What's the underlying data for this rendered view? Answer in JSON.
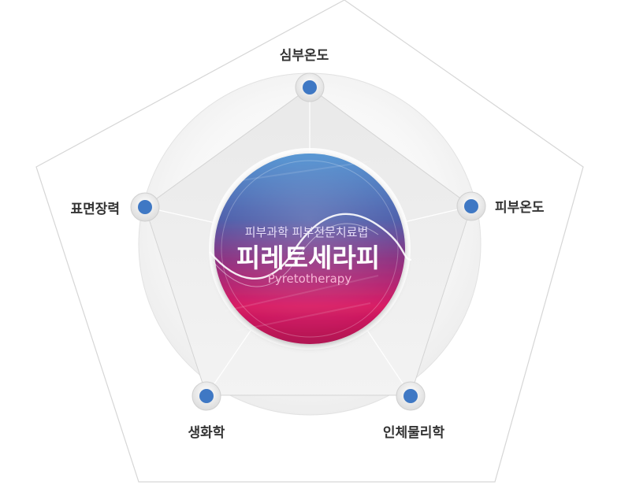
{
  "center": {
    "subtitle": "피부과학 피부전문치료법",
    "title": "피레토세라피",
    "english": "Pyretotherapy"
  },
  "nodes": [
    {
      "id": "top",
      "label": "심부온도"
    },
    {
      "id": "right",
      "label": "피부온도"
    },
    {
      "id": "bottom-right",
      "label": "인체물리학"
    },
    {
      "id": "bottom-left",
      "label": "생화학"
    },
    {
      "id": "left",
      "label": "표면장력"
    }
  ],
  "colors": {
    "node_dot": "#3f78c4",
    "outline": "#d9d9d9",
    "circle_top": "#4a86c8",
    "circle_mid": "#7a3a8e",
    "circle_bottom": "#d0175f"
  }
}
